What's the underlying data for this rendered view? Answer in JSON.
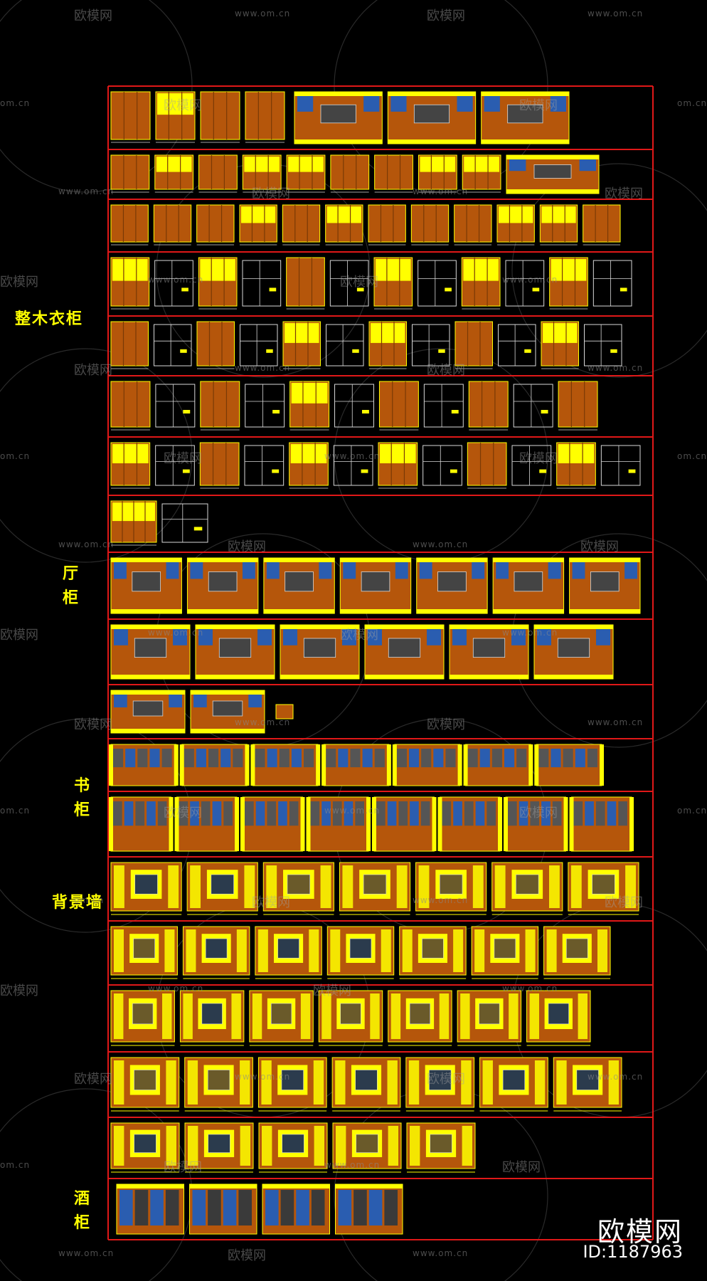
{
  "categories": [
    {
      "label": "整木衣柜"
    },
    {
      "label": "厅\n柜"
    },
    {
      "label": "书\n柜"
    },
    {
      "label": "背景墙"
    },
    {
      "label": "酒\n柜"
    }
  ],
  "watermark": {
    "url": "www.om.cn",
    "url_short": "om.cn",
    "logo": "欧模网"
  },
  "brand": {
    "name": "欧模网",
    "id": "ID:1187963"
  },
  "colors": {
    "background": "#000000",
    "grid": "#e01818",
    "wood": "#b5560b",
    "wood_dark": "#7a3a06",
    "highlight": "#ffff00",
    "line": "#d8d8d8",
    "blue": "#2a5db0"
  }
}
